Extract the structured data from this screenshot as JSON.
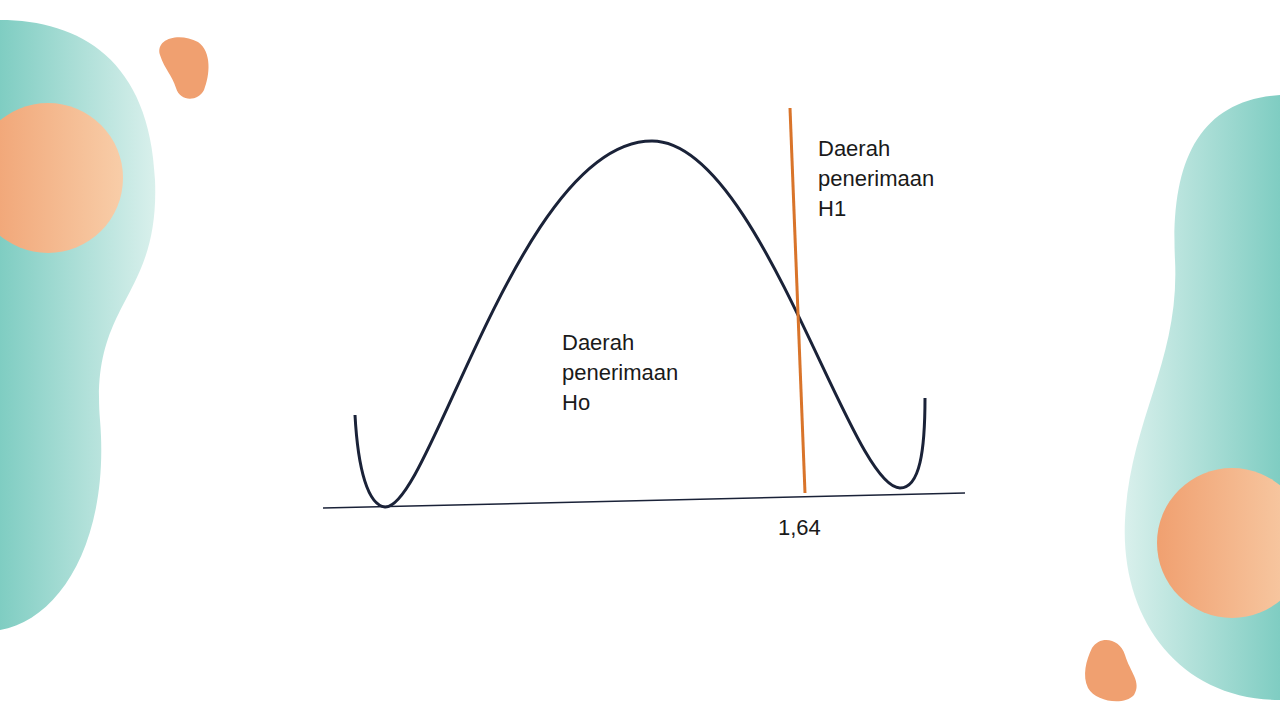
{
  "diagram": {
    "labels": [
      "Daerah penerimaan H1",
      "Daerah penerimaan Ho",
      "1,64"
    ]
  }
}
